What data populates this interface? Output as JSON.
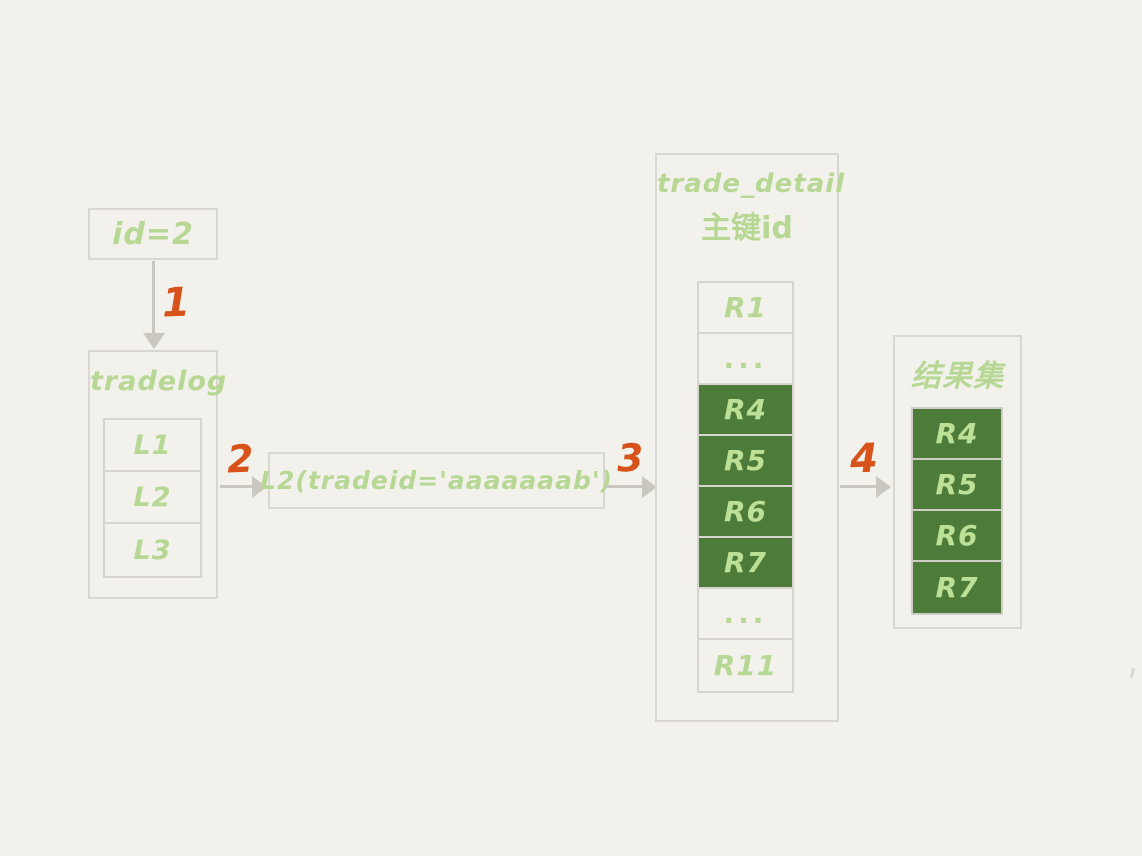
{
  "palette": {
    "background": "#f3f1eb",
    "box_border": "#d9d7d0",
    "arrow_gray": "#c9c7c0",
    "handwriting_green": "#b7d894",
    "highlight_fill_green": "#4d7c3a",
    "highlight_text_green": "#bce096",
    "step_orange": "#d8521b"
  },
  "id_box": {
    "label": "id=2"
  },
  "steps": [
    "1",
    "2",
    "3",
    "4"
  ],
  "tradelog": {
    "title": "tradelog",
    "rows": [
      "L1",
      "L2",
      "L3"
    ]
  },
  "query_box": {
    "label": "L2(tradeid='aaaaaaab')"
  },
  "trade_detail": {
    "title": "trade_detail",
    "subtitle": "主键id",
    "rows": [
      {
        "label": "R1",
        "highlight": false
      },
      {
        "label": "...",
        "highlight": false
      },
      {
        "label": "R4",
        "highlight": true
      },
      {
        "label": "R5",
        "highlight": true
      },
      {
        "label": "R6",
        "highlight": true
      },
      {
        "label": "R7",
        "highlight": true
      },
      {
        "label": "...",
        "highlight": false
      },
      {
        "label": "R11",
        "highlight": false
      }
    ]
  },
  "result_set": {
    "title": "结果集",
    "rows": [
      "R4",
      "R5",
      "R6",
      "R7"
    ]
  }
}
